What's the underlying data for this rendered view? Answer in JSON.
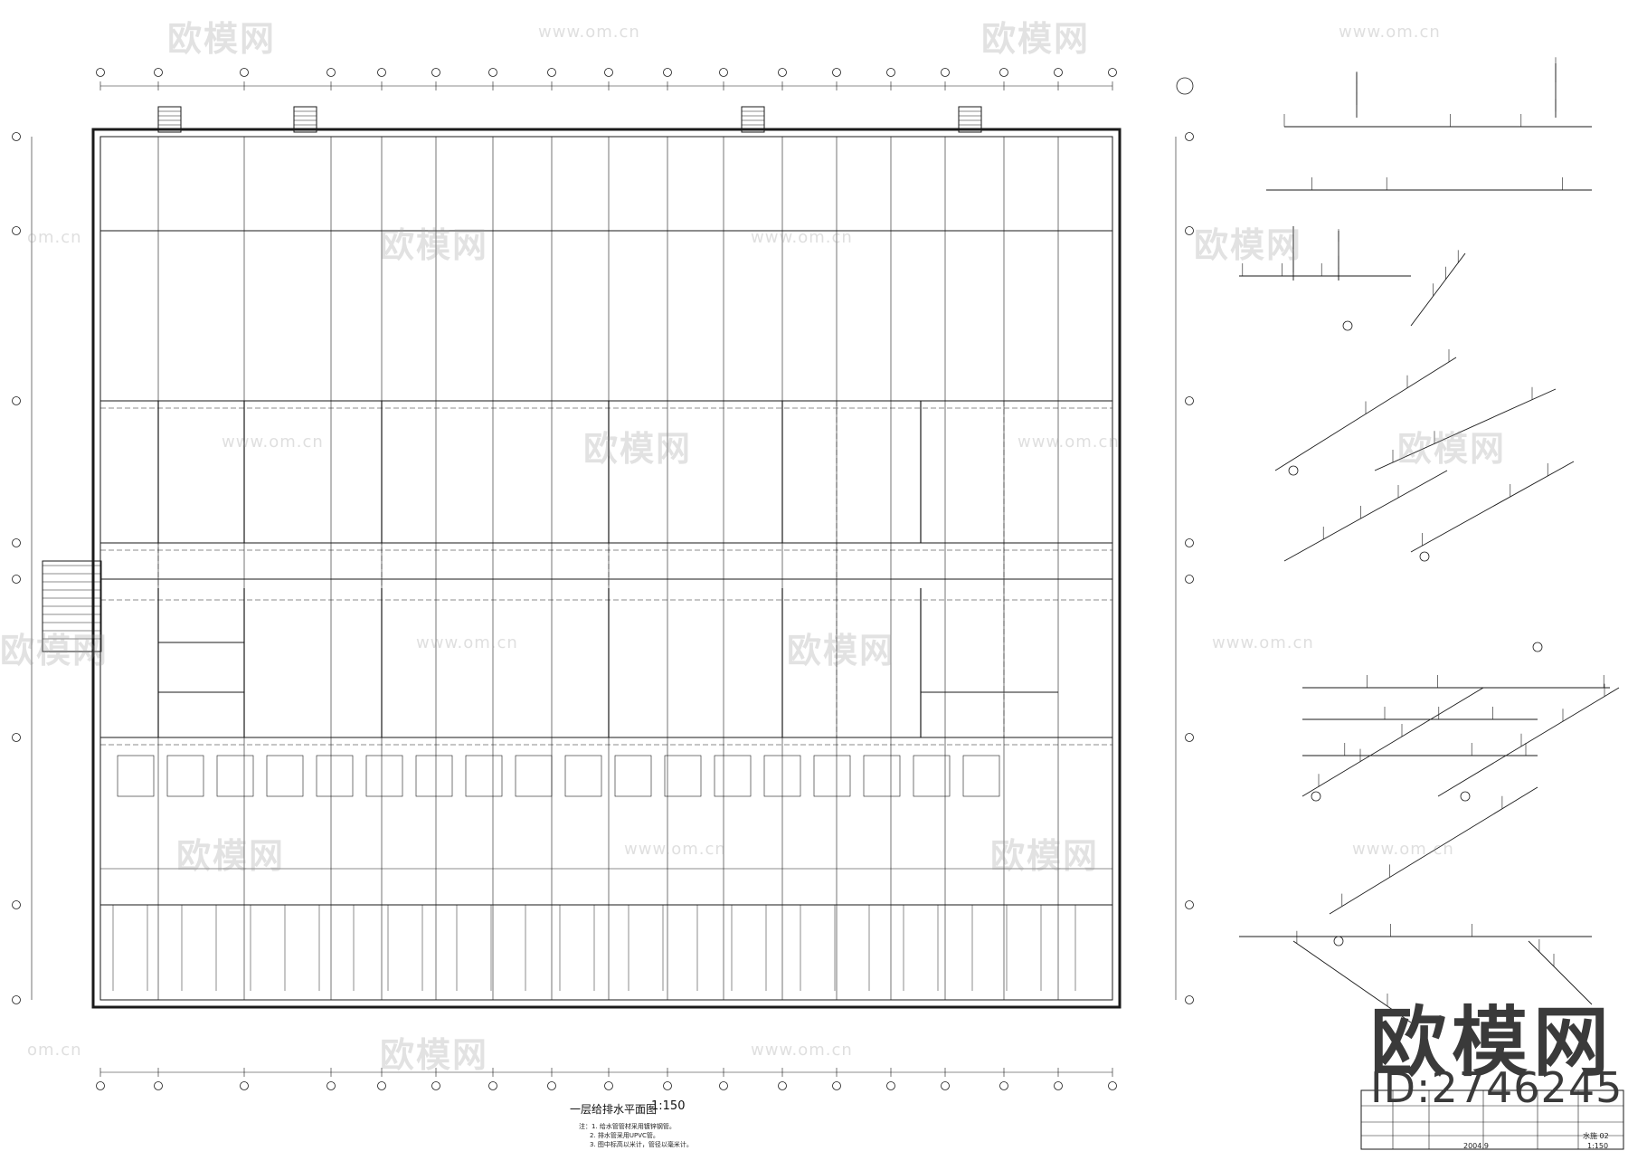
{
  "watermark": {
    "logo_text": "欧模网",
    "url_text": "www.om.cn",
    "url_text_short": "om.cn"
  },
  "corner_logo": {
    "logo_text": "欧模网",
    "id_text": "ID:2746245"
  },
  "plan": {
    "title": "一层给排水平面图",
    "scale": "1:150",
    "notes": [
      "注：1. 给水管管材采用镀锌钢管。",
      "2. 排水管采用UPVC管。",
      "3. 图中标高以米计，管径以毫米计。"
    ]
  },
  "title_block": {
    "date": "2004.9",
    "scale": "1:150",
    "sheet": "水施 02"
  },
  "colors": {
    "line": "#1a1a1a",
    "watermark": "#969696",
    "logo_dark": "#3a3a3a"
  }
}
